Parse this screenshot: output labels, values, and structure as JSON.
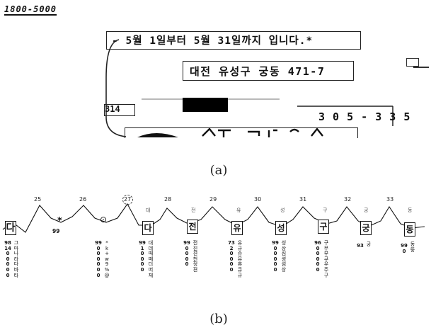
{
  "panel_a": {
    "header_text": "1800-5000",
    "line1": "- 5월 1일부터 5월 31일까지 입니다.*",
    "line2": "대전 유성구 궁동 471-7",
    "small_num": "314",
    "right_num": "3 0 5 - 3 3 5",
    "caption": "(a)"
  },
  "panel_b": {
    "caption": "(b)",
    "positions": [
      "25",
      "26",
      "27",
      "28",
      "29",
      "30",
      "31",
      "32",
      "33"
    ],
    "glyphs": [
      "다",
      "다",
      "전",
      "유",
      "성",
      "구",
      "궁",
      "동"
    ],
    "top_labels": [
      "대",
      "전",
      "유",
      "성",
      "구",
      "궁",
      "동"
    ],
    "dot_symbol": "*",
    "circle_symbol": "⊙",
    "columns": [
      {
        "scores": [
          "98",
          "14",
          "0",
          "0",
          "0",
          "0",
          "0"
        ],
        "chars": "그마나라다바타"
      },
      {
        "scores": [
          "99",
          "0",
          "0",
          "0",
          "0",
          "0",
          "0"
        ],
        "chars": "*k+w9%@"
      },
      {
        "scores": [
          "99",
          "1",
          "0",
          "0",
          "0",
          "0"
        ],
        "chars": "대데때떼더떠재"
      },
      {
        "scores": [
          "99",
          "0",
          "0",
          "0",
          "0"
        ],
        "chars": "전진젼천정젼"
      },
      {
        "scores": [
          "73",
          "2",
          "0",
          "0",
          "0",
          "0"
        ],
        "chars": "유규슈뮤휴큐규"
      },
      {
        "scores": [
          "99",
          "0",
          "0",
          "0",
          "0",
          "0"
        ],
        "chars": "성상심셩섬상"
      },
      {
        "scores": [
          "96",
          "0",
          "0",
          "0",
          "0",
          "0"
        ],
        "chars": "구무부쿠우주구"
      },
      {
        "scores": [
          "93"
        ],
        "chars": "궁"
      },
      {
        "scores": [
          "99",
          "0"
        ],
        "chars": "동뚱"
      }
    ]
  }
}
